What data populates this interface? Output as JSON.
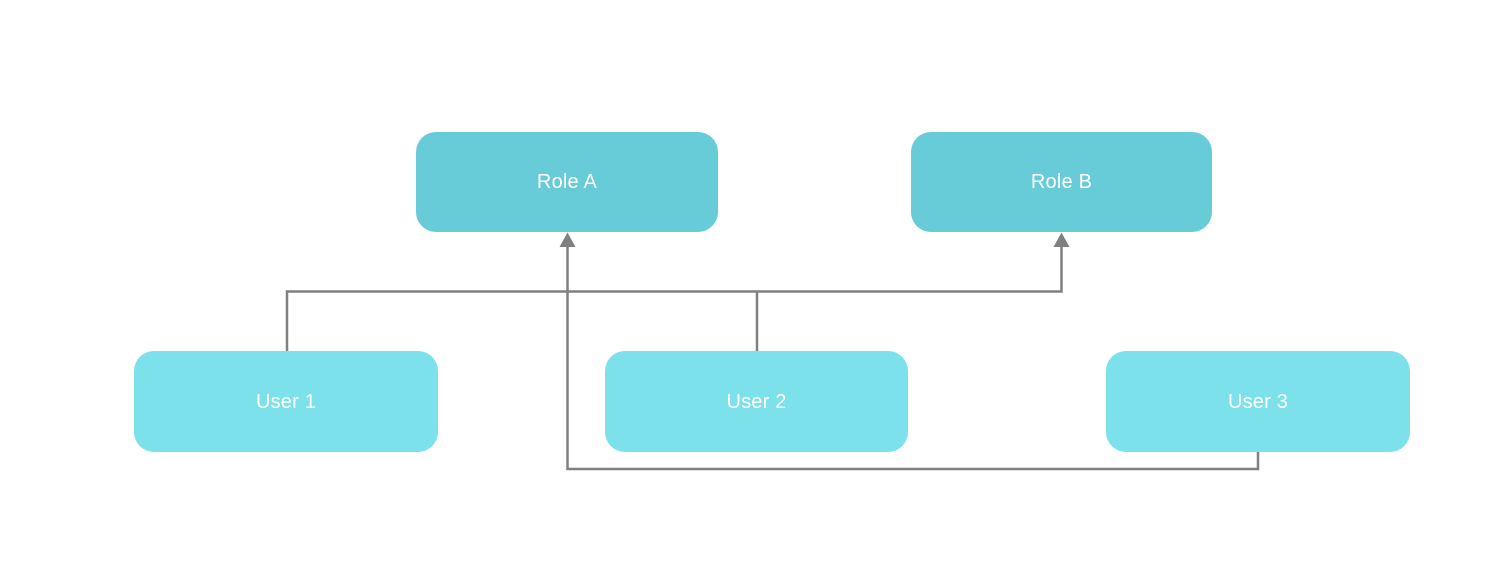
{
  "diagram": {
    "background_color": "#ffffff",
    "connector_color": "#808080",
    "role_fill": "#67cbd8",
    "user_fill": "#7ce1ea",
    "label_color": "#ffffff",
    "nodes": [
      {
        "id": "role-a",
        "type": "role",
        "label": "Role A",
        "fill": "#67cbd8",
        "text_color": "#ffffff"
      },
      {
        "id": "role-b",
        "type": "role",
        "label": "Role B",
        "fill": "#67cbd8",
        "text_color": "#ffffff"
      },
      {
        "id": "user-1",
        "type": "user",
        "label": "User 1",
        "fill": "#7ce1ea",
        "text_color": "#ffffff"
      },
      {
        "id": "user-2",
        "type": "user",
        "label": "User 2",
        "fill": "#7ce1ea",
        "text_color": "#ffffff"
      },
      {
        "id": "user-3",
        "type": "user",
        "label": "User 3",
        "fill": "#7ce1ea",
        "text_color": "#ffffff"
      }
    ],
    "edges": [
      {
        "from": "User 1",
        "to": "Role B",
        "arrow_at": "Role B",
        "route": "up-then-right along top bus line"
      },
      {
        "from": "User 2",
        "to": "Role B",
        "arrow_at": "Role B",
        "route": "up to top bus line, merges with User 1 connector"
      },
      {
        "from": "User 3",
        "to": "Role A",
        "arrow_at": "Role A",
        "route": "down from bottom edge, left along bottom line, up to Role A"
      }
    ]
  }
}
